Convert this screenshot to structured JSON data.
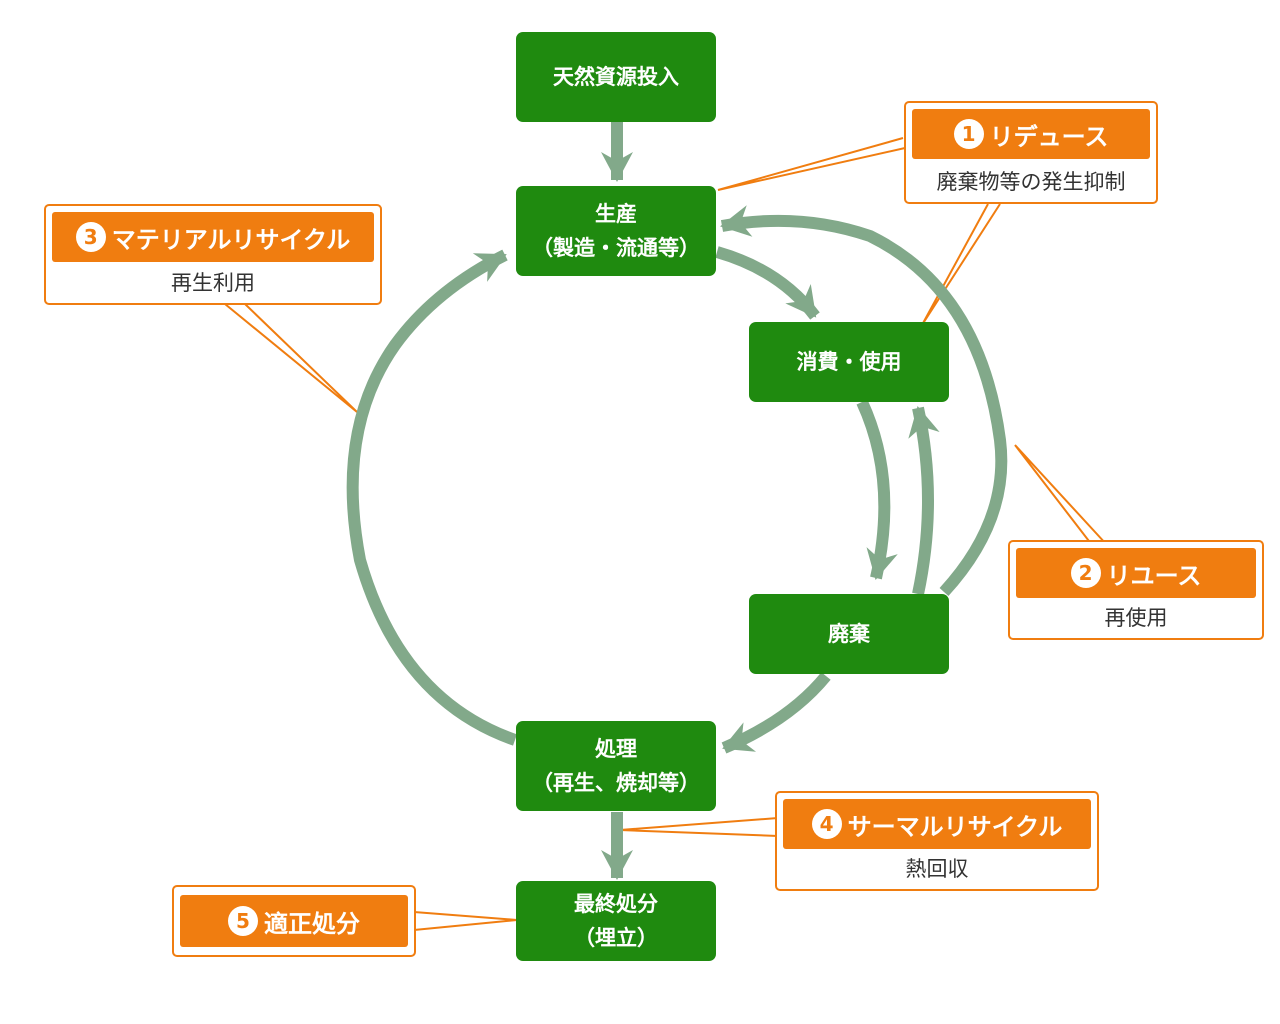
{
  "nodes": {
    "natural_resources": {
      "lines": [
        "天然資源投入"
      ]
    },
    "production": {
      "lines": [
        "生産",
        "（製造・流通等）"
      ]
    },
    "consumption": {
      "lines": [
        "消費・使用"
      ]
    },
    "disposal": {
      "lines": [
        "廃棄"
      ]
    },
    "treatment": {
      "lines": [
        "処理",
        "（再生、焼却等）"
      ]
    },
    "final_disposal": {
      "lines": [
        "最終処分",
        "（埋立）"
      ]
    }
  },
  "callouts": {
    "reduce": {
      "number": "1",
      "title": "リデュース",
      "description": "廃棄物等の発生抑制"
    },
    "reuse": {
      "number": "2",
      "title": "リユース",
      "description": "再使用"
    },
    "material_recycle": {
      "number": "3",
      "title": "マテリアルリサイクル",
      "description": "再生利用"
    },
    "thermal_recycle": {
      "number": "4",
      "title": "サーマルリサイクル",
      "description": "熱回収"
    },
    "proper_disposal": {
      "number": "5",
      "title": "適正処分"
    }
  },
  "colors": {
    "node_green": "#1f8a0f",
    "arrow_green": "#82a98a",
    "callout_orange": "#f07d10"
  }
}
